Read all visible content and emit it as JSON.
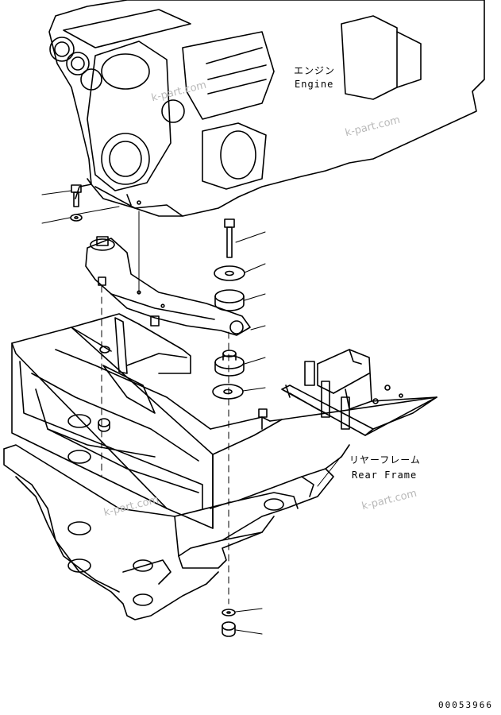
{
  "labels": {
    "engine_jp": "エンジン",
    "engine_en": "Engine",
    "frame_jp": "リヤーフレーム",
    "frame_en": "Rear Frame"
  },
  "watermark": "k-part.com",
  "drawing_code": "00053966"
}
